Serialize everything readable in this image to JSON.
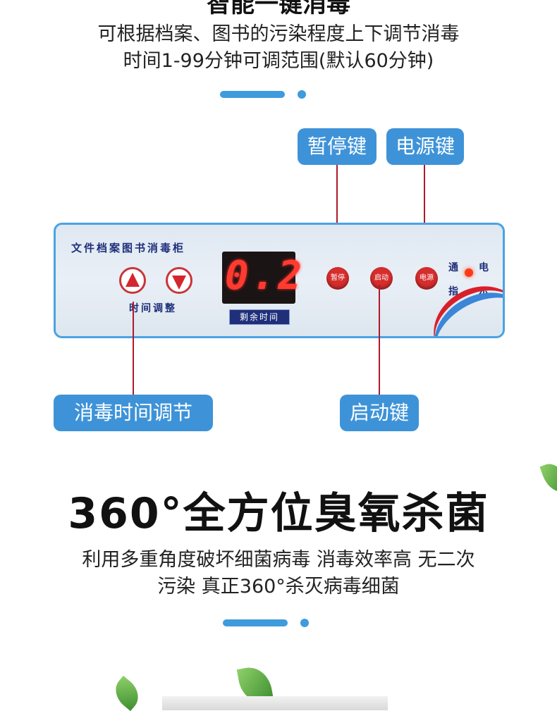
{
  "header": {
    "title_partial": "智能一键消毒",
    "description_line1": "可根据档案、图书的污染程度上下调节消毒",
    "description_line2": "时间1-99分钟可调范围(默认60分钟)"
  },
  "callouts": {
    "pause_key": "暂停键",
    "power_key": "电源键",
    "time_adjust": "消毒时间调节",
    "start_key": "启动键"
  },
  "panel": {
    "brand": "文件档案图书消毒柜",
    "adjust_label": "时间调整",
    "display_value": "0.2",
    "display_label": "剩余时间",
    "pause_button": "暂停",
    "start_button": "启动",
    "power_button": "电源",
    "indicator_chars": [
      "通",
      "电",
      "指",
      "示"
    ]
  },
  "section2": {
    "title": "360°全方位臭氧杀菌",
    "description_line1": "利用多重角度破坏细菌病毒 消毒效率高 无二次",
    "description_line2": "污染 真正360°杀灭病毒细菌"
  },
  "colors": {
    "accent_blue": "#3e93d8",
    "leader_red": "#b2182b",
    "button_red": "#d62d2d",
    "panel_navy": "#1f2f7a"
  },
  "icons": {
    "up_arrow": "triangle-up-icon",
    "down_arrow": "triangle-down-icon"
  }
}
